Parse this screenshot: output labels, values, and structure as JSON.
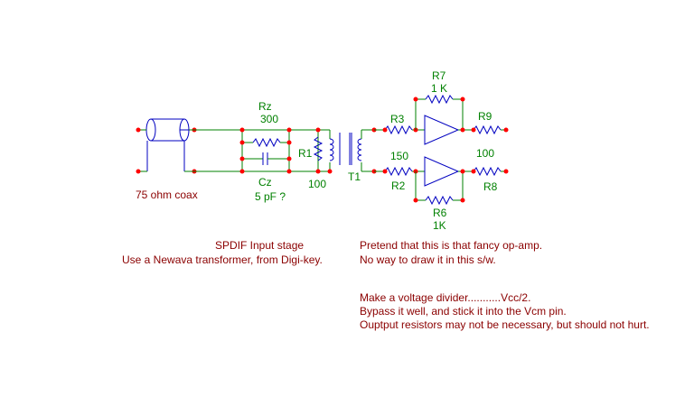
{
  "colors": {
    "wire": "#008000",
    "component": "#0000c0",
    "node": "#ff0000",
    "component_label": "#008000",
    "note_text": "#8b0000",
    "background": "#ffffff"
  },
  "schematic": {
    "coax_label": "75 ohm coax",
    "rz": {
      "ref": "Rz",
      "value": "300"
    },
    "cz": {
      "ref": "Cz",
      "value": "5 pF ?"
    },
    "r1": {
      "ref": "R1",
      "value": "100"
    },
    "t1": {
      "ref": "T1"
    },
    "r3": {
      "ref": "R3"
    },
    "r2": {
      "ref": "R2",
      "value": "150"
    },
    "r7": {
      "ref": "R7",
      "value": "1 K"
    },
    "r6": {
      "ref": "R6",
      "value": "1K"
    },
    "r9": {
      "ref": "R9",
      "value": "100"
    },
    "r8": {
      "ref": "R8"
    }
  },
  "notes": {
    "title_line1": "SPDIF Input stage",
    "title_line2": "Use a Newava transformer, from Digi-key.",
    "opamp_line1": "Pretend that this is that fancy op-amp.",
    "opamp_line2": "No way to draw it in this s/w.",
    "vcm_line1": "Make a voltage divider...........Vcc/2.",
    "vcm_line2": "Bypass it well, and stick it into the Vcm pin.",
    "vcm_line3": "Ouptput resistors may not be necessary, but should not hurt."
  }
}
